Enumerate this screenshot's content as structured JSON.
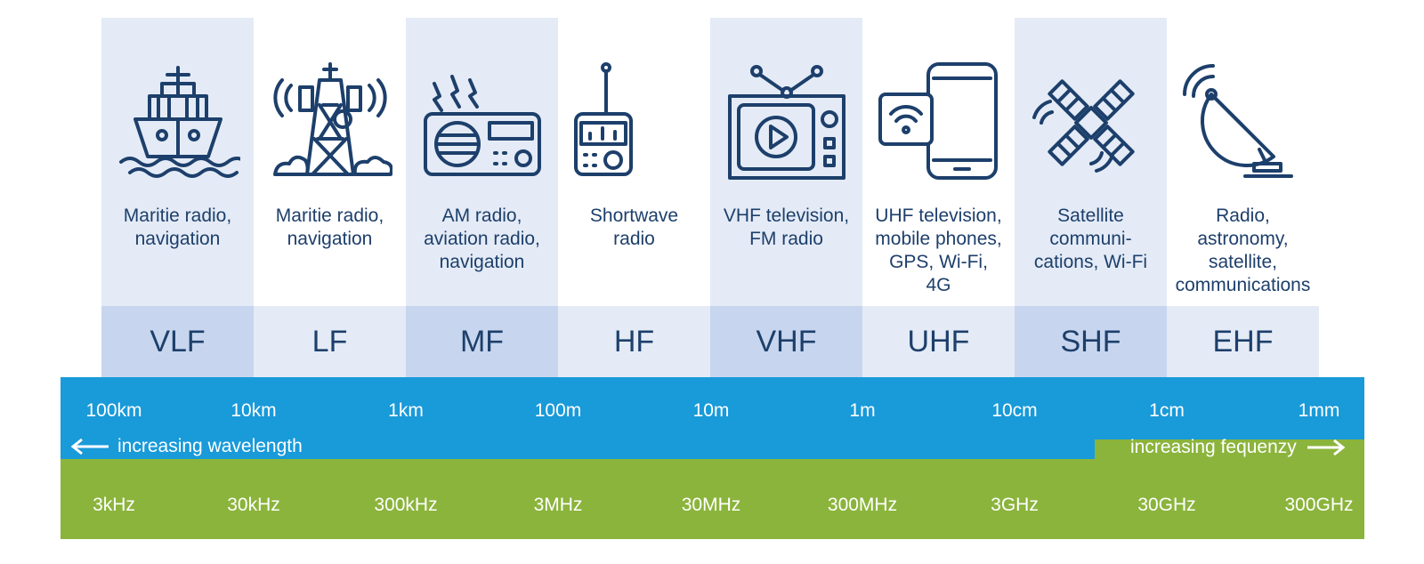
{
  "bands": [
    {
      "name": "VLF",
      "description": [
        "Maritie radio,",
        "navigation"
      ],
      "icon": "ship-icon",
      "shade": "dark"
    },
    {
      "name": "LF",
      "description": [
        "Maritie radio,",
        "navigation"
      ],
      "icon": "radio-tower-icon",
      "shade": "light"
    },
    {
      "name": "MF",
      "description": [
        "AM radio,",
        "aviation radio,",
        "navigation"
      ],
      "icon": "radio-receiver-icon",
      "shade": "dark"
    },
    {
      "name": "HF",
      "description": [
        "Shortwave",
        "radio"
      ],
      "icon": "radio-antenna-icon",
      "shade": "light"
    },
    {
      "name": "VHF",
      "description": [
        "VHF television,",
        "FM radio"
      ],
      "icon": "television-icon",
      "shade": "dark"
    },
    {
      "name": "UHF",
      "description": [
        "UHF television,",
        "mobile phones,",
        "GPS, Wi-Fi,",
        "4G"
      ],
      "icon": "smartphone-wifi-icon",
      "shade": "light"
    },
    {
      "name": "SHF",
      "description": [
        "Satellite",
        "communi-",
        "cations, Wi-Fi"
      ],
      "icon": "satellite-icon",
      "shade": "dark"
    },
    {
      "name": "EHF",
      "description": [
        "Radio,",
        "astronomy,",
        "satellite,",
        "communications"
      ],
      "icon": "satellite-dish-icon",
      "shade": "light"
    }
  ],
  "wavelengths": [
    "100km",
    "10km",
    "1km",
    "100m",
    "10m",
    "1m",
    "10cm",
    "1cm",
    "1mm"
  ],
  "frequencies": [
    "3kHz",
    "30kHz",
    "300kHz",
    "3MHz",
    "30MHz",
    "300MHz",
    "3GHz",
    "30GHz",
    "300GHz"
  ],
  "wavelength_label": "increasing wavelength",
  "frequency_label": "increasing fequenzy",
  "colors": {
    "navy": "#1d3f6b",
    "blue": "#199ad9",
    "green": "#8bb43c",
    "band_dark": "#c7d6ee",
    "band_light": "#e4ebf6"
  }
}
